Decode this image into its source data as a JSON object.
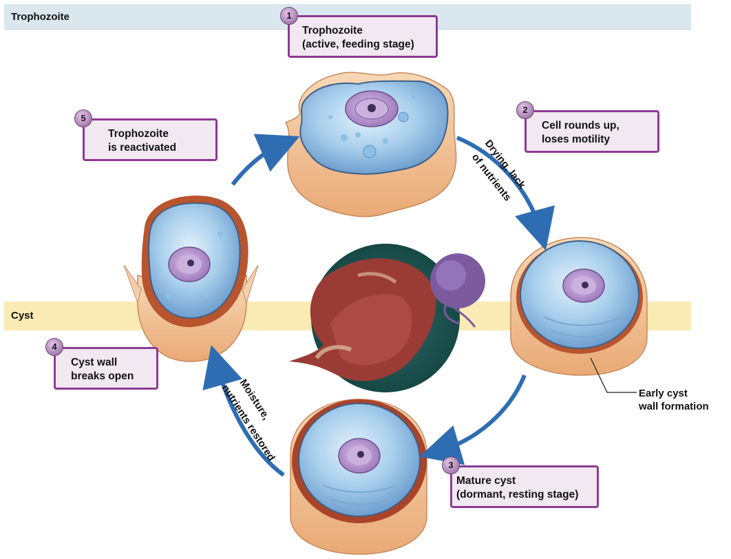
{
  "bands": {
    "trophozoite": "Trophozoite",
    "cyst": "Cyst"
  },
  "steps": [
    {
      "number": "1",
      "line1": "Trophozoite",
      "line2": "(active, feeding stage)"
    },
    {
      "number": "2",
      "line1": "Cell rounds up,",
      "line2": "loses motility"
    },
    {
      "number": "3",
      "line1": "Mature cyst",
      "line2": "(dormant, resting stage)"
    },
    {
      "number": "4",
      "line1": "Cyst wall",
      "line2": "breaks open"
    },
    {
      "number": "5",
      "line1": "Trophozoite",
      "line2": "is reactivated"
    }
  ],
  "arrow_labels": {
    "drying_line1": "Drying, lack",
    "drying_line2": "of nutrients",
    "moisture_line1": "Moisture,",
    "moisture_line2": "nutrients restored"
  },
  "callout": {
    "line1": "Early cyst",
    "line2": "wall formation"
  },
  "colors": {
    "box_border": "#8d3a93",
    "box_fill": "#f1e8f1",
    "arrow": "#2f6db3",
    "trophozoite_band": "#dbe7ef",
    "cyst_band": "#faebb4"
  }
}
